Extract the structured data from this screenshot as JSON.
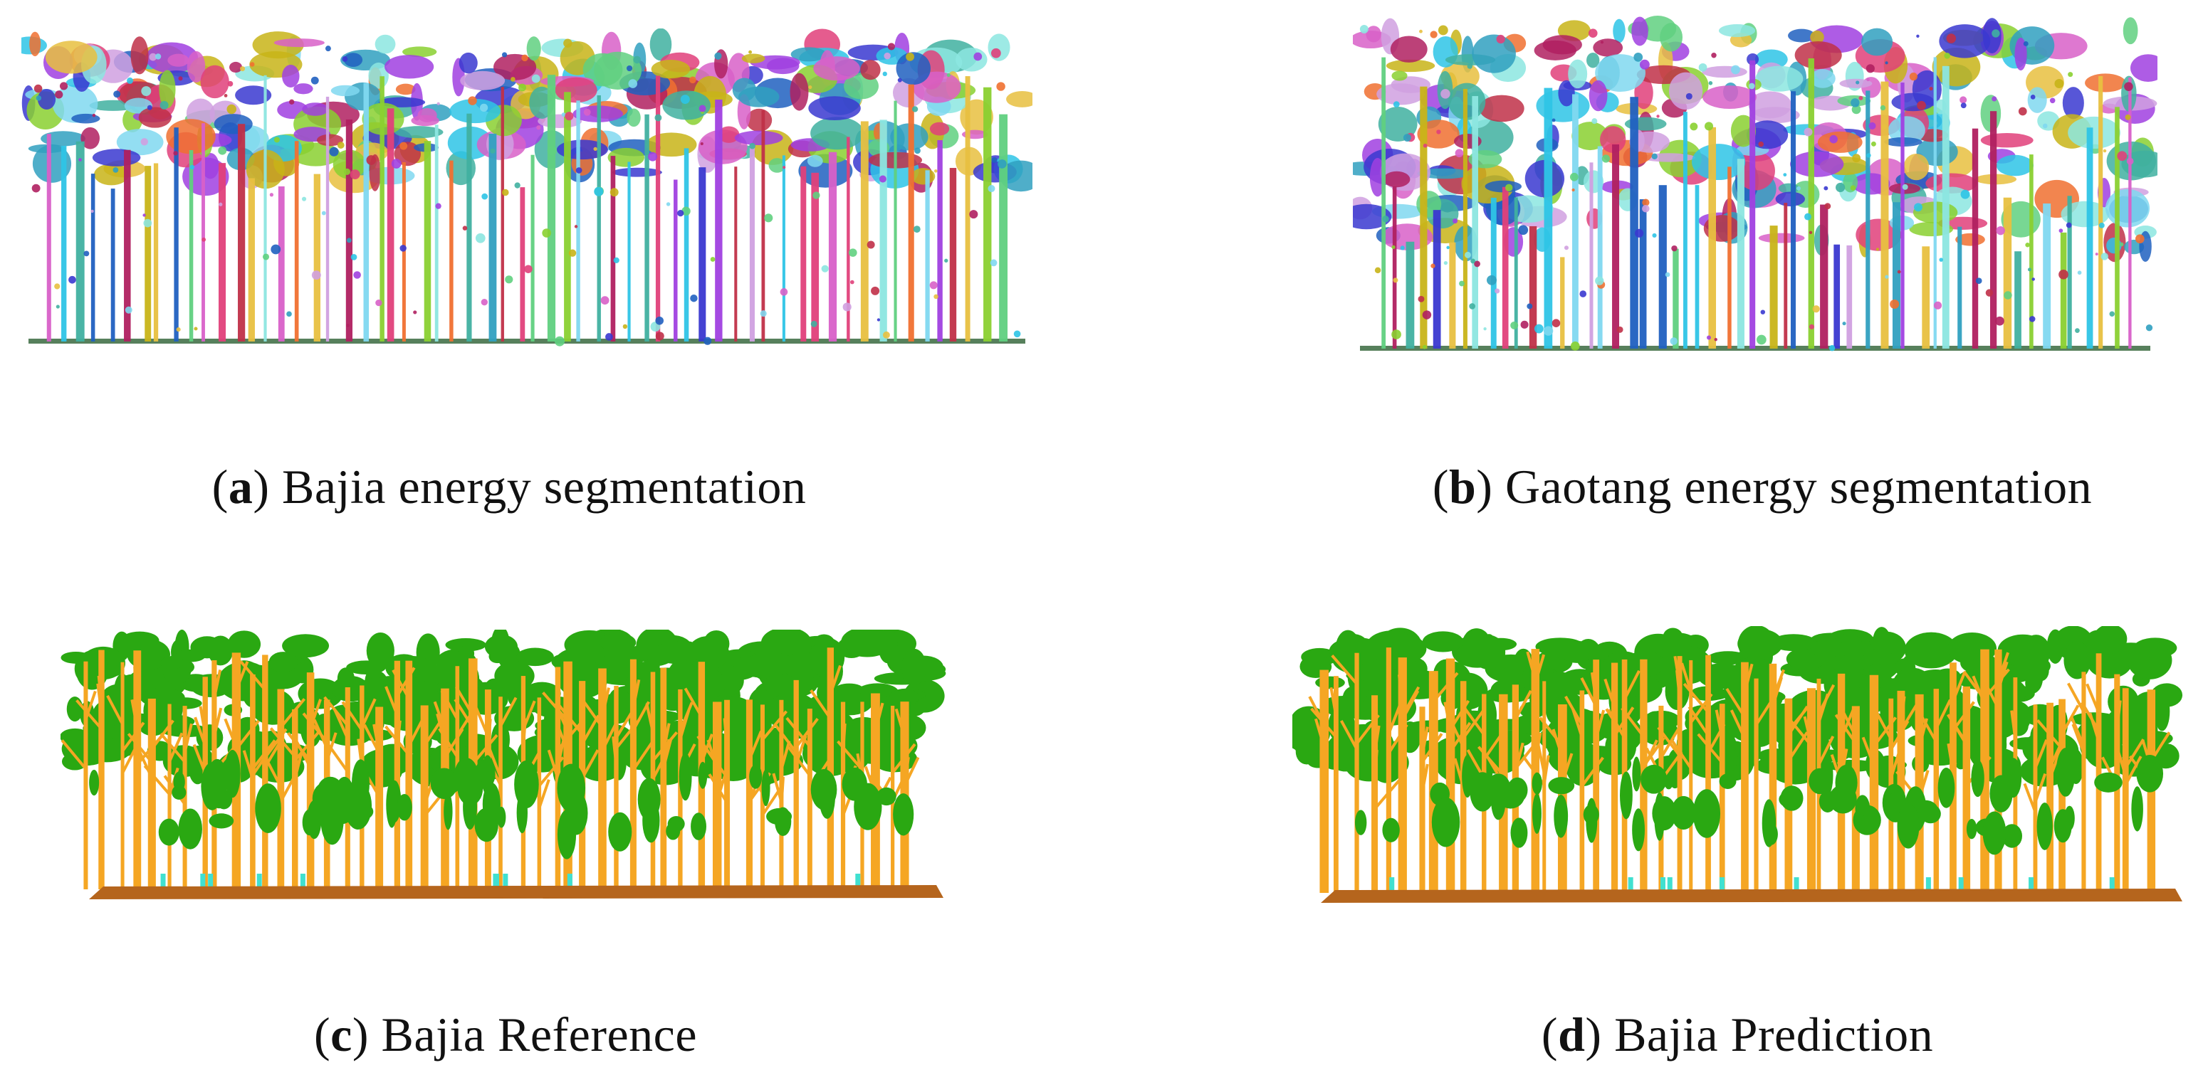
{
  "figure": {
    "panels": [
      {
        "id": "a",
        "letter": "a",
        "caption": "Bajia energy segmentation",
        "style": "multicolor-segments"
      },
      {
        "id": "b",
        "letter": "b",
        "caption": "Gaotang energy segmentation",
        "style": "multicolor-segments"
      },
      {
        "id": "c",
        "letter": "c",
        "caption": "Bajia Reference",
        "style": "semantic-classes"
      },
      {
        "id": "d",
        "letter": "d",
        "caption": "Bajia Prediction",
        "style": "semantic-classes"
      }
    ],
    "colors": {
      "leaf": "#2aa812",
      "wood": "#f5a623",
      "ground": "#b5651d",
      "other": "#40e0d0",
      "segment_palette": [
        "#2ec4e6",
        "#c8b418",
        "#8ce6e0",
        "#e0407a",
        "#b02060",
        "#3a38d0",
        "#8ad030",
        "#d860c8",
        "#30a0c0",
        "#f07030",
        "#60d080",
        "#a040e0",
        "#e8c040",
        "#2060c0",
        "#c03048",
        "#80d8f0",
        "#d0a0e0",
        "#40b0a0"
      ]
    }
  }
}
